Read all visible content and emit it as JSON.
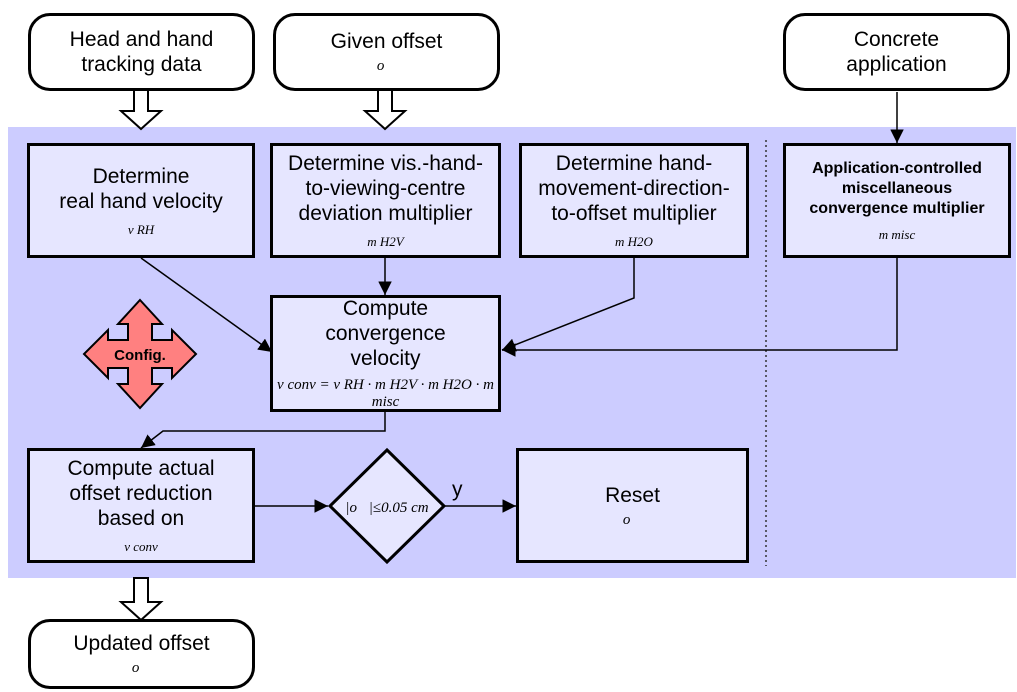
{
  "inputs": {
    "head_hand": {
      "label": "Head and hand\ntracking data"
    },
    "given_offset": {
      "label": "Given offset",
      "symbol": "o⃗"
    },
    "application": {
      "label": "Concrete\napplication"
    }
  },
  "steps": {
    "real_velocity": {
      "label": "Determine\nreal hand velocity",
      "symbol": "v RH"
    },
    "deviation": {
      "label": "Determine vis.-hand-\nto-viewing-centre\ndeviation multiplier",
      "symbol": "m H2V"
    },
    "direction": {
      "label": "Determine hand-\nmovement-direction-\nto-offset multiplier",
      "symbol": "m H2O"
    },
    "misc": {
      "label": "Application-controlled\nmiscellaneous\nconvergence multiplier",
      "symbol": "m misc"
    },
    "convergence": {
      "label": "Compute\nconvergence\nvelocity",
      "formula": "v conv = v RH · m H2V · m H2O · m misc"
    },
    "reduction": {
      "label": "Compute actual\noffset reduction\nbased on",
      "symbol": "v conv"
    },
    "reset": {
      "label": "Reset",
      "symbol": "o⃗"
    }
  },
  "decision": {
    "label": "|o⃗|≤0.05 cm",
    "yes_label": "y"
  },
  "config": {
    "label": "Config."
  },
  "output": {
    "label": "Updated offset",
    "symbol": "o⃗"
  },
  "colors": {
    "panel": "#ccccff",
    "box": "#e6e6ff",
    "config": "#ff8080"
  }
}
